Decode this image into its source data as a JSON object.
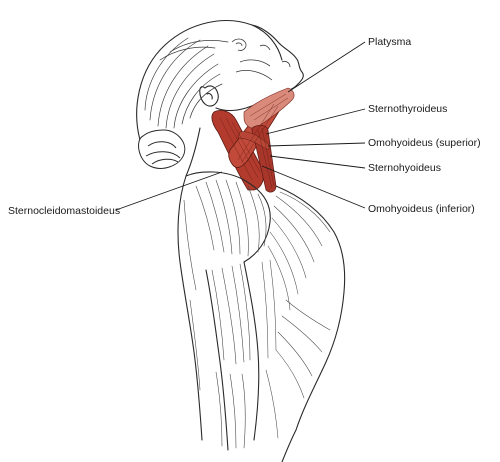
{
  "labels": {
    "platysma": "Platysma",
    "sternothyroideus": "Sternothyroideus",
    "omohyoideus_superior": "Omohyoideus (superior)",
    "sternohyoideus": "Sternohyoideus",
    "omohyoideus_inferior": "Omohyoideus (inferior)",
    "sternocleidomastoideus": "Sternocleidomastoideus"
  },
  "colors": {
    "muscle_highlight": "#b23b2e",
    "muscle_light": "#d98a7a",
    "line_art": "#2a2a2a",
    "background": "#ffffff"
  }
}
